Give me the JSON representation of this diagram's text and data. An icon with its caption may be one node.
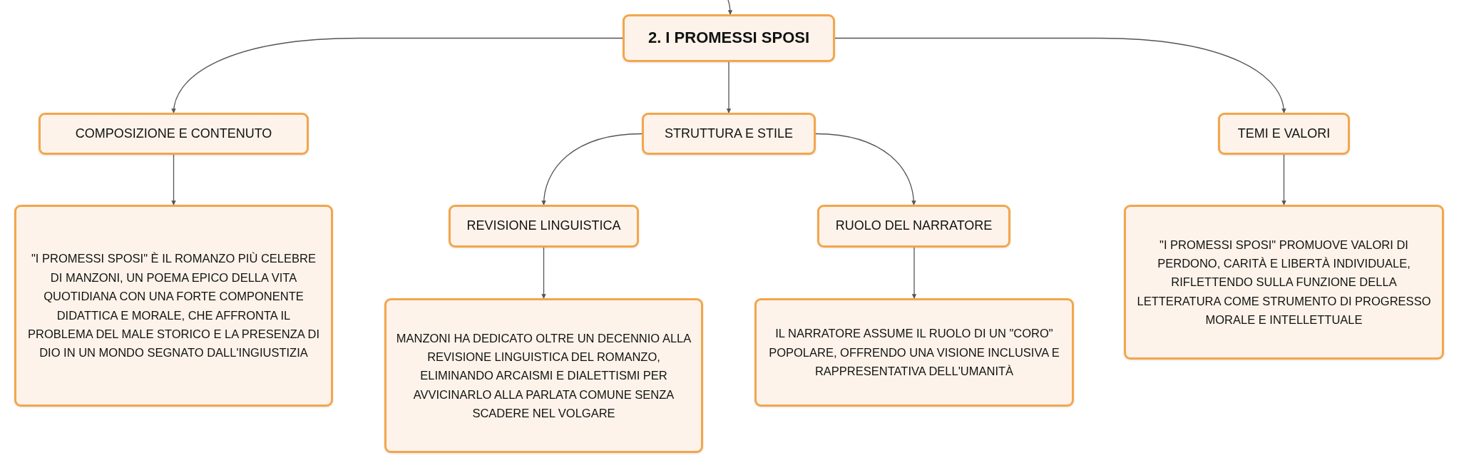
{
  "diagram": {
    "nodes": [
      {
        "text": [
          "2. I PROMESSI SPOSI"
        ]
      },
      {
        "text": [
          "COMPOSIZIONE E CONTENUTO"
        ]
      },
      {
        "text": [
          "STRUTTURA E STILE"
        ]
      },
      {
        "text": [
          "TEMI E VALORI"
        ]
      },
      {
        "text": [
          "\"I PROMESSI SPOSI\" È IL ROMANZO PIÙ CELEBRE DI MANZONI, UN POEMA EPICO DELLA VITA QUOTIDIANA CON UNA FORTE COMPONENTE DIDATTICA E MORALE, CHE AFFRONTA IL PROBLEMA DEL MALE STORICO E LA PRESENZA DI DIO IN UN MONDO SEGNATO DALL'INGIUSTIZIA"
        ]
      },
      {
        "text": [
          "REVISIONE LINGUISTICA"
        ]
      },
      {
        "text": [
          "RUOLO DEL NARRATORE"
        ]
      },
      {
        "text": [
          "\"I PROMESSI SPOSI\" PROMUOVE VALORI DI PERDONO, CARITÀ E LIBERTÀ INDIVIDUALE, RIFLETTENDO SULLA FUNZIONE DELLA LETTERATURA COME STRUMENTO DI PROGRESSO MORALE E INTELLETTUALE"
        ]
      },
      {
        "text": [
          "MANZONI HA DEDICATO OLTRE UN DECENNIO ALLA REVISIONE LINGUISTICA DEL ROMANZO, ELIMINANDO ARCAISMI E DIALETTISMI PER AVVICINARLO ALLA PARLATA COMUNE SENZA SCADERE NEL VOLGARE"
        ]
      },
      {
        "text": [
          "IL NARRATORE ASSUME IL RUOLO DI UN \"CORO\" POPOLARE, OFFRENDO UNA VISIONE INCLUSIVA E RAPPRESENTATIVA DELL'UMANITÀ"
        ]
      }
    ],
    "edges": [
      {
        "from": null,
        "to": 0,
        "arrow": "to"
      },
      {
        "from": 0,
        "to": 1,
        "arrow": "to"
      },
      {
        "from": 0,
        "to": 2,
        "arrow": "to"
      },
      {
        "from": 0,
        "to": 3,
        "arrow": "to"
      },
      {
        "from": 1,
        "to": 4,
        "arrow": "to"
      },
      {
        "from": 2,
        "to": 5,
        "arrow": "to"
      },
      {
        "from": 2,
        "to": 6,
        "arrow": "to"
      },
      {
        "from": 3,
        "to": 7,
        "arrow": "to"
      },
      {
        "from": 5,
        "to": 8,
        "arrow": "to"
      },
      {
        "from": 6,
        "to": 9,
        "arrow": "to"
      }
    ]
  }
}
